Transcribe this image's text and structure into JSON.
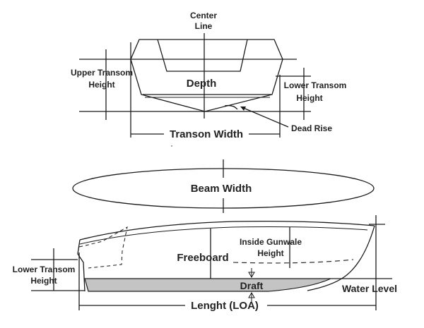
{
  "top": {
    "center_line_1": "Center",
    "center_line_2": "Line",
    "upper_transom_1": "Upper Transom",
    "upper_transom_2": "Height",
    "depth": "Depth",
    "lower_transom_1": "Lower Transom",
    "lower_transom_2": "Height",
    "transom_width": "Transon Width",
    "dead_rise": "Dead Rise"
  },
  "bottom": {
    "beam_width": "Beam Width",
    "inside_gunwale_1": "Inside Gunwale",
    "inside_gunwale_2": "Height",
    "freeboard": "Freeboard",
    "lower_transom_1": "Lower Transom",
    "lower_transom_2": "Height",
    "draft": "Draft",
    "water_level": "Water Level",
    "length": "Lenght (LOA)"
  },
  "colors": {
    "ink": "#1a1a1a",
    "draft_fill": "#c4c4c4"
  }
}
